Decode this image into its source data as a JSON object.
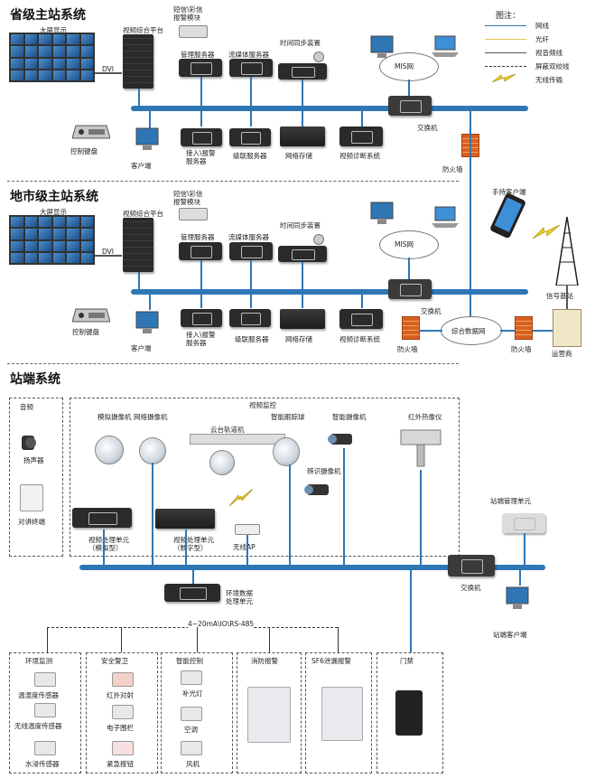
{
  "sections": {
    "provincial": "省级主站系统",
    "city": "地市级主站系统",
    "station": "站端系统"
  },
  "legend": {
    "title": "图注：",
    "items": [
      {
        "label": "网线",
        "color": "#2f76b5",
        "style": "solid"
      },
      {
        "label": "光纤",
        "color": "#e6c84a",
        "style": "solid"
      },
      {
        "label": "视音频线",
        "color": "#555555",
        "style": "solid"
      },
      {
        "label": "屏蔽双绞线",
        "color": "#333333",
        "style": "dashdot"
      },
      {
        "label": "无线传输",
        "color": "#e6c81a",
        "style": "zigzag"
      }
    ]
  },
  "provincial": {
    "wall": "大屏显示",
    "dvi": "DVI",
    "platform": "视频综合平台",
    "sms": "短信\\彩信\n报警模块",
    "mgmt": "管理服务器",
    "stream": "流媒体服务器",
    "timesync": "时间同步装置",
    "mis": "MIS网",
    "keyboard": "控制键盘",
    "client": "客户端",
    "alarm": "接入\\报警\n服务器",
    "cascade": "级联服务器",
    "storage": "网络存储",
    "diag": "视频诊断系统",
    "switch": "交换机",
    "firewall": "防火墙"
  },
  "city": {
    "wall": "大屏显示",
    "dvi": "DVI",
    "platform": "视频综合平台",
    "sms": "短信\\彩信\n报警模块",
    "mgmt": "管理服务器",
    "stream": "流媒体服务器",
    "timesync": "时间同步装置",
    "mis": "MIS网",
    "keyboard": "控制键盘",
    "client": "客户端",
    "alarm": "接入\\报警\n服务器",
    "cascade": "级联服务器",
    "storage": "网络存储",
    "diag": "视频诊断系统",
    "switch": "交换机",
    "firewall": "防火墙"
  },
  "right": {
    "handheld": "手持客户端",
    "base": "信号基站",
    "datanet": "综合数据网",
    "firewall": "防火墙",
    "operator": "运营商"
  },
  "station": {
    "audio": "音频",
    "video": "视频监控",
    "speaker": "扬声器",
    "intercom": "对讲终端",
    "analog_cam": "模拟摄像机",
    "ip_cam": "网络摄像机",
    "ptz_rail": "云台轨道机",
    "smart_dome": "智能跟踪球",
    "smart_cam": "智能摄像机",
    "ir_cam": "红外热像仪",
    "recog_cam": "辨识摄像机",
    "vpu_analog": "视频处理单元\n（模拟型）",
    "vpu_digital": "视频处理单元\n（数字型）",
    "wifi": "无线AP",
    "station_mgmt": "站端管理单元",
    "switch": "交换机",
    "station_client": "站端客户端",
    "env_unit": "环境数据\n处理单元",
    "bus_label": "4~20mA\\IO\\RS-485",
    "groups": [
      {
        "title": "环境监测",
        "items": [
          "温湿度传感器",
          "无线温度传感器",
          "水浸传感器"
        ]
      },
      {
        "title": "安全警卫",
        "items": [
          "红外对射",
          "电子围栏",
          "紧急按钮"
        ]
      },
      {
        "title": "智能控制",
        "items": [
          "补光灯",
          "空调",
          "风机"
        ]
      },
      {
        "title": "消防报警",
        "items": []
      },
      {
        "title": "SF6泄漏报警",
        "items": []
      },
      {
        "title": "门禁",
        "items": []
      }
    ]
  }
}
